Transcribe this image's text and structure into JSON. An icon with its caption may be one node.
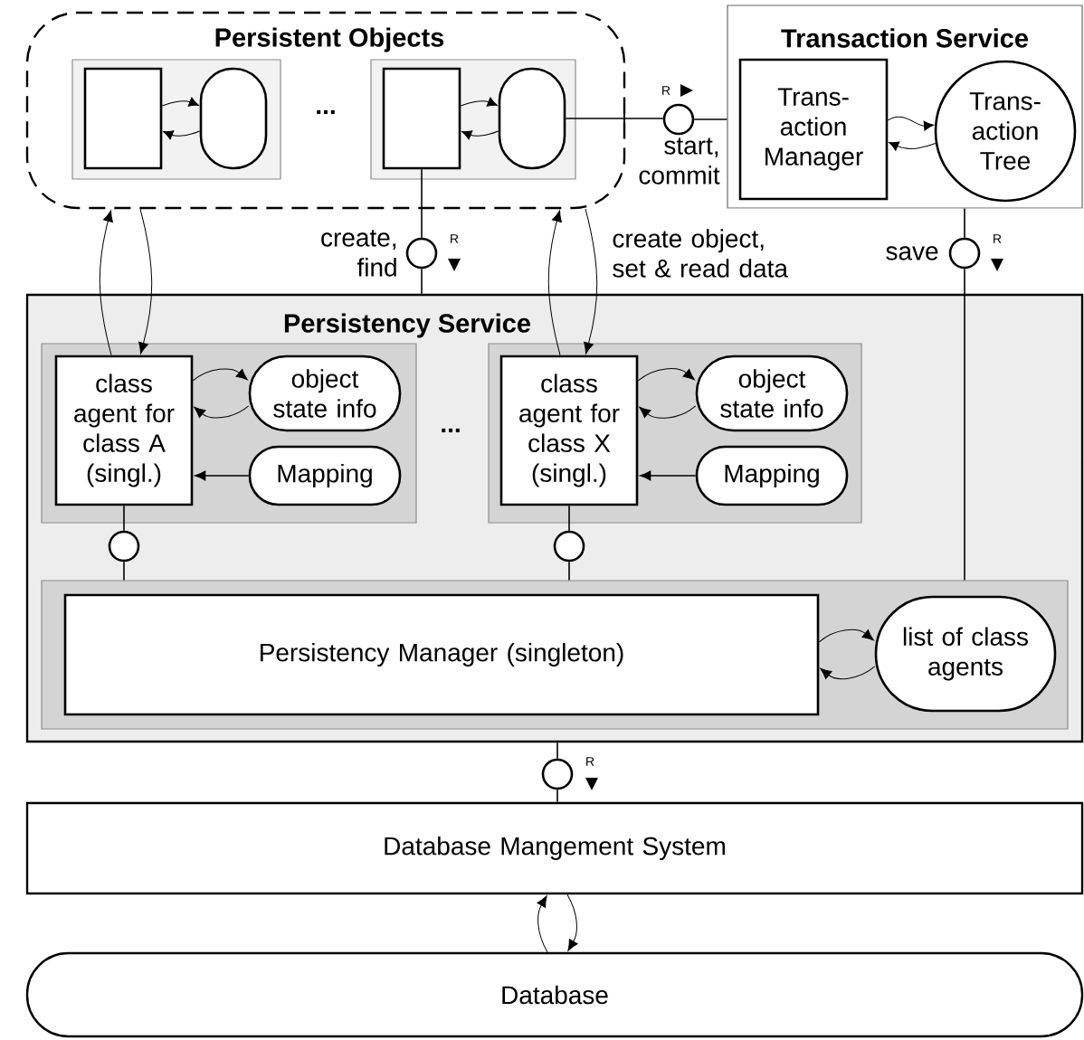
{
  "diagram": {
    "nodes": [
      {
        "text": [
          "Persistent Objects"
        ]
      },
      {
        "text": [],
        "shape": "box",
        "in": 0
      },
      {
        "text": [],
        "shape": "box",
        "in": 1
      },
      {
        "text": [],
        "shape": "capsule",
        "in": 1
      },
      {
        "text": [],
        "shape": "box",
        "in": 0
      },
      {
        "text": [],
        "shape": "box",
        "in": 4
      },
      {
        "text": [],
        "shape": "capsule",
        "in": 4
      },
      {
        "text": [
          "Transaction Service"
        ]
      },
      {
        "text": [
          "Trans- action Manager"
        ],
        "in": 7
      },
      {
        "text": [
          "Trans- action Tree"
        ],
        "in": 7
      },
      {
        "text": [
          "Persistency Service"
        ]
      },
      {
        "text": [],
        "shape": "box",
        "in": 10
      },
      {
        "text": [
          "class agent for class A (singl.)"
        ],
        "in": 11
      },
      {
        "text": [
          "object state info"
        ],
        "in": 11
      },
      {
        "text": [
          "Mapping"
        ],
        "in": 11
      },
      {
        "text": [],
        "shape": "box",
        "in": 10
      },
      {
        "text": [
          "class agent for class X (singl.)"
        ],
        "in": 15
      },
      {
        "text": [
          "object state info"
        ],
        "in": 15
      },
      {
        "text": [
          "Mapping"
        ],
        "in": 15
      },
      {
        "text": [],
        "shape": "box",
        "in": 10
      },
      {
        "text": [
          "Persistency Manager (singleton)"
        ],
        "in": 19
      },
      {
        "text": [
          "list of class agents"
        ],
        "in": 19
      },
      {
        "text": [
          "Database Mangement System"
        ]
      },
      {
        "text": [
          "Database"
        ]
      },
      {
        "text": [],
        "shape": "circle",
        "beside": [
          "create, find",
          "R"
        ]
      },
      {
        "text": [],
        "shape": "circle",
        "beside": [
          "R",
          "start, commit"
        ]
      },
      {
        "text": [],
        "shape": "circle",
        "beside": [
          "save",
          "R"
        ]
      },
      {
        "text": [],
        "shape": "circle",
        "in": 10
      },
      {
        "text": [],
        "shape": "circle",
        "in": 10
      },
      {
        "text": [],
        "shape": "circle",
        "beside": [
          "R"
        ]
      }
    ],
    "edges": [
      {
        "from": 2,
        "to": 3,
        "arrow": "to"
      },
      {
        "from": 3,
        "to": 2,
        "arrow": "to"
      },
      {
        "from": 5,
        "to": 6,
        "arrow": "to"
      },
      {
        "from": 6,
        "to": 5,
        "arrow": "to"
      },
      {
        "from": 6,
        "to": 25,
        "arrow": "none"
      },
      {
        "from": 25,
        "to": 7,
        "arrow": "none"
      },
      {
        "from": 8,
        "to": 9,
        "arrow": "to"
      },
      {
        "from": 9,
        "to": 8,
        "arrow": "to"
      },
      {
        "from": 5,
        "to": 24,
        "arrow": "none"
      },
      {
        "from": 24,
        "to": 10,
        "arrow": "none"
      },
      {
        "from": 7,
        "to": 26,
        "arrow": "none"
      },
      {
        "from": 26,
        "to": 19,
        "arrow": "none"
      },
      {
        "from": 12,
        "to": 0,
        "arrow": "to"
      },
      {
        "from": 0,
        "to": 12,
        "arrow": "to"
      },
      {
        "from": 16,
        "to": 0,
        "arrow": "to"
      },
      {
        "from": 0,
        "to": 16,
        "arrow": "to",
        "label": "create object, set & read data"
      },
      {
        "from": 12,
        "to": 13,
        "arrow": "to"
      },
      {
        "from": 13,
        "to": 12,
        "arrow": "to"
      },
      {
        "from": 14,
        "to": 12,
        "arrow": "to"
      },
      {
        "from": 16,
        "to": 17,
        "arrow": "to"
      },
      {
        "from": 17,
        "to": 16,
        "arrow": "to"
      },
      {
        "from": 18,
        "to": 16,
        "arrow": "to"
      },
      {
        "from": 12,
        "to": 27,
        "arrow": "none"
      },
      {
        "from": 27,
        "to": 19,
        "arrow": "none"
      },
      {
        "from": 16,
        "to": 28,
        "arrow": "none"
      },
      {
        "from": 28,
        "to": 19,
        "arrow": "none"
      },
      {
        "from": 20,
        "to": 21,
        "arrow": "to"
      },
      {
        "from": 21,
        "to": 20,
        "arrow": "to"
      },
      {
        "from": 10,
        "to": 29,
        "arrow": "none"
      },
      {
        "from": 29,
        "to": 22,
        "arrow": "none"
      },
      {
        "from": 22,
        "to": 23,
        "arrow": "to"
      },
      {
        "from": 23,
        "to": 22,
        "arrow": "to"
      }
    ],
    "labels": [
      "...",
      "..."
    ]
  }
}
